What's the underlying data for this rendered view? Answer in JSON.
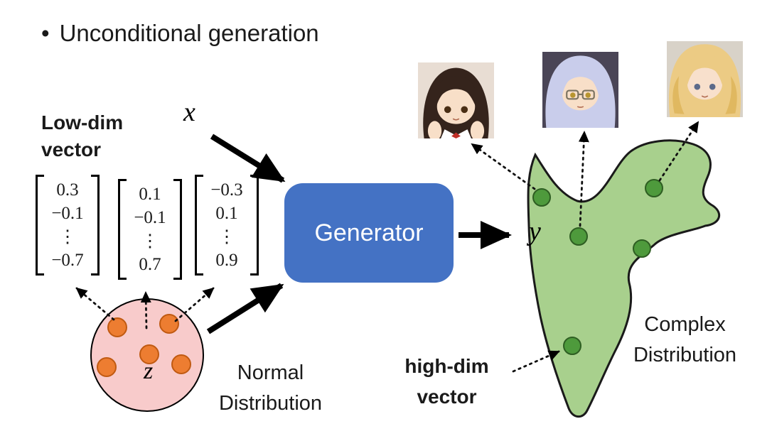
{
  "title": {
    "bullet": "•",
    "text": "Unconditional generation"
  },
  "labels": {
    "low_dim_line1": "Low-dim",
    "low_dim_line2": "vector",
    "x": "x",
    "z": "z",
    "y": "y",
    "generator": "Generator",
    "normal_line1": "Normal",
    "normal_line2": "Distribution",
    "complex_line1": "Complex",
    "complex_line2": "Distribution",
    "high_dim_line1": "high-dim",
    "high_dim_line2": "vector"
  },
  "matrices": [
    {
      "values": [
        "0.3",
        "−0.1",
        "⋮",
        "−0.7"
      ]
    },
    {
      "values": [
        "0.1",
        "−0.1",
        "⋮",
        "0.7"
      ]
    },
    {
      "values": [
        "−0.3",
        "0.1",
        "⋮",
        "0.9"
      ]
    }
  ],
  "images": {
    "face1": "anime-girl-dark-hair",
    "face2": "anime-girl-silver-hair-glasses",
    "face3": "anime-girl-blonde-hair"
  },
  "colors": {
    "generator_blue": "#4472C4",
    "normal_pink": "#F8CBCB",
    "sample_orange": "#ED7D31",
    "distribution_green": "#A8D08D",
    "dot_green": "#4E9A3C"
  }
}
